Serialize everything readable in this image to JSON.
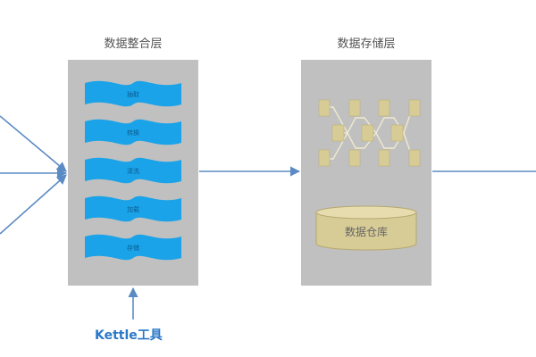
{
  "layers": {
    "integration": {
      "title": "数据整合层",
      "steps": [
        "抽取",
        "转换",
        "清洗",
        "加载",
        "存储"
      ]
    },
    "storage": {
      "title": "数据存储层",
      "warehouse_label": "数据仓库"
    }
  },
  "tool": {
    "label": "Kettle工具"
  },
  "colors": {
    "panel": "#c0c0c0",
    "wave": "#1aa3e8",
    "arrow": "#5b8bc4",
    "cell": "#d8cc96",
    "kettle_text": "#2a78c8",
    "background": "#ffffff"
  }
}
